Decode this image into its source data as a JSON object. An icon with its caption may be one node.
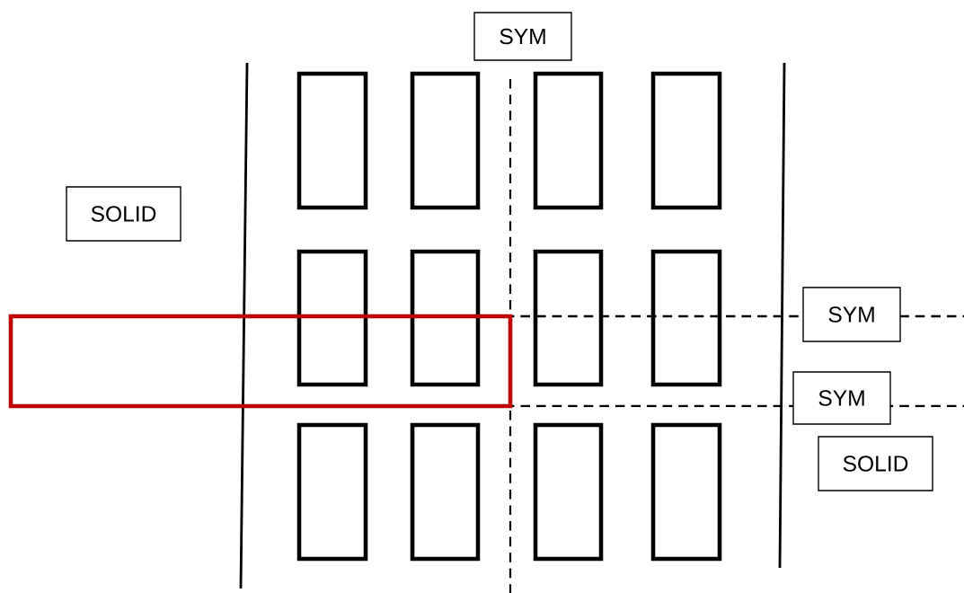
{
  "diagram": {
    "nodes": [
      {
        "text": [
          "SYM"
        ]
      },
      {
        "text": [
          "SOLID"
        ]
      },
      {
        "text": [
          "SYM"
        ]
      },
      {
        "text": [
          "SYM"
        ]
      },
      {
        "text": [
          "SOLID"
        ]
      },
      {
        "text": [],
        "shape": "box"
      },
      {
        "text": [],
        "shape": "box"
      },
      {
        "text": [],
        "shape": "box"
      },
      {
        "text": [],
        "shape": "box"
      },
      {
        "text": [],
        "shape": "box"
      },
      {
        "text": [],
        "shape": "box"
      },
      {
        "text": [],
        "shape": "box"
      },
      {
        "text": [],
        "shape": "box"
      },
      {
        "text": [],
        "shape": "box"
      },
      {
        "text": [],
        "shape": "box"
      },
      {
        "text": [],
        "shape": "box"
      },
      {
        "text": [],
        "shape": "box"
      }
    ]
  }
}
